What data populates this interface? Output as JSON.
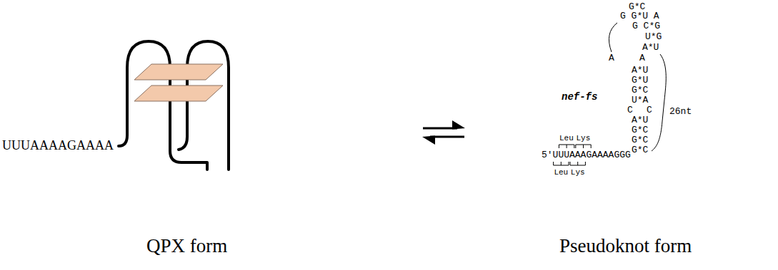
{
  "diagram": {
    "labels": [
      "UUUAAAAGAAAA",
      "G*C",
      "G G*U A",
      "G C*G",
      "U*G",
      "A*U",
      "A",
      "A",
      "A*U",
      "G*U",
      "G*C",
      "U*A",
      "nef-fs",
      "C",
      "C",
      "26nt",
      "A*U",
      "G*C",
      "G*C",
      "Leu",
      "Lys",
      "G*C",
      "5'UUUAAAGAAAAGGG",
      "Leu",
      "Lys",
      "QPX form",
      "Pseudoknot form"
    ]
  }
}
